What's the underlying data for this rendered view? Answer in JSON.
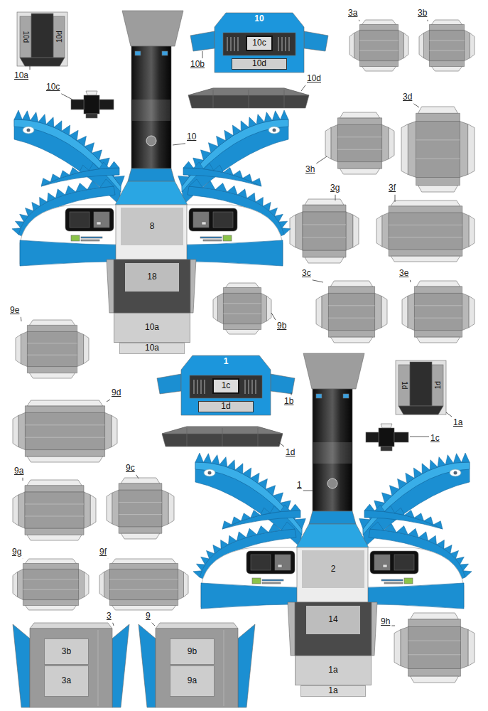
{
  "diagram": {
    "nodes": [
      {
        "text": [
          "10"
        ]
      },
      {
        "text": [
          "10c"
        ],
        "in": 0
      },
      {
        "text": [
          "10d"
        ],
        "in": 0
      },
      {
        "text": [
          "8"
        ]
      },
      {
        "text": [
          "18"
        ]
      },
      {
        "text": [
          "10a"
        ]
      },
      {
        "text": [
          "10a"
        ]
      },
      {
        "text": [
          "1"
        ]
      },
      {
        "text": [
          "1c"
        ],
        "in": 7
      },
      {
        "text": [
          "1d"
        ],
        "in": 7
      },
      {
        "text": [
          "2"
        ]
      },
      {
        "text": [
          "14"
        ]
      },
      {
        "text": [
          "1a"
        ]
      },
      {
        "text": [
          "1a"
        ]
      },
      {
        "text": [
          "3b"
        ]
      },
      {
        "text": [
          "3a"
        ]
      },
      {
        "text": [
          "9b"
        ]
      },
      {
        "text": [
          "9a"
        ]
      }
    ],
    "labels": [
      "10d",
      "10d",
      "10a",
      "10c",
      "10b",
      "10",
      "10d",
      "3a",
      "3b",
      "3d",
      "3h",
      "3g",
      "3f",
      "3c",
      "3e",
      "9b",
      "9e",
      "9d",
      "1b",
      "1d",
      "1d",
      "1a",
      "9c",
      "1c",
      "9a",
      "1d",
      "1",
      "9g",
      "9f",
      "9h",
      "3",
      "9"
    ]
  }
}
